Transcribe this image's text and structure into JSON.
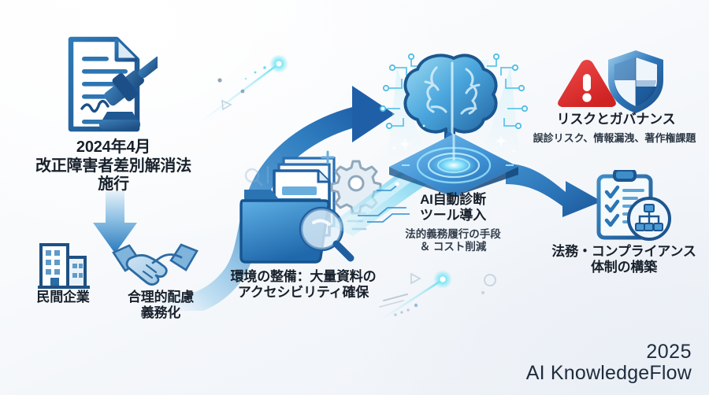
{
  "meta": {
    "title": "AI KnowledgeFlow infographic",
    "background_accent": "#eef2f7"
  },
  "watermark": {
    "year": "2025",
    "brand": "AI KnowledgeFlow"
  },
  "nodes": {
    "law": {
      "icon": "document-gavel-icon",
      "label": "2024年4月\n改正障害者差別解消法\n施行"
    },
    "enterprise": {
      "icon": "office-building-icon",
      "label": "民間企業"
    },
    "accommodation": {
      "icon": "handshake-icon",
      "label": "合理的配慮\n義務化"
    },
    "environment": {
      "icon": "folder-documents-magnifier-gear-icon",
      "label": "環境の整備：大量資料の\nアクセシビリティ確保"
    },
    "ai_tool": {
      "icon": "ai-brain-hologram-icon",
      "label": "AI自動診断\nツール導入",
      "sublabel": "法的義務履行の手段\n＆ コスト削減"
    },
    "risk": {
      "icons": [
        "warning-triangle-icon",
        "shield-icon"
      ],
      "label": "リスクとガバナンス",
      "sublabel": "誤診リスク、情報漏洩、著作権課題"
    },
    "compliance": {
      "icon": "clipboard-checklist-orgchart-icon",
      "label": "法務・コンプライアンス\n体制の構築"
    }
  },
  "arrows": [
    {
      "name": "arrow-law-to-enterprise",
      "direction": "down"
    },
    {
      "name": "arrow-flow-curve-to-ai",
      "direction": "curve-right"
    },
    {
      "name": "arrow-ai-to-compliance",
      "direction": "down-right"
    }
  ],
  "colors": {
    "deep_blue": "#1f5fa8",
    "mid_blue": "#2f7ec0",
    "light_blue": "#8ec4e6",
    "cyan_glow": "#5fe3f0",
    "risk_red": "#e03a3a",
    "shield_blue": "#1f63ab",
    "text_dark": "#17202b"
  }
}
